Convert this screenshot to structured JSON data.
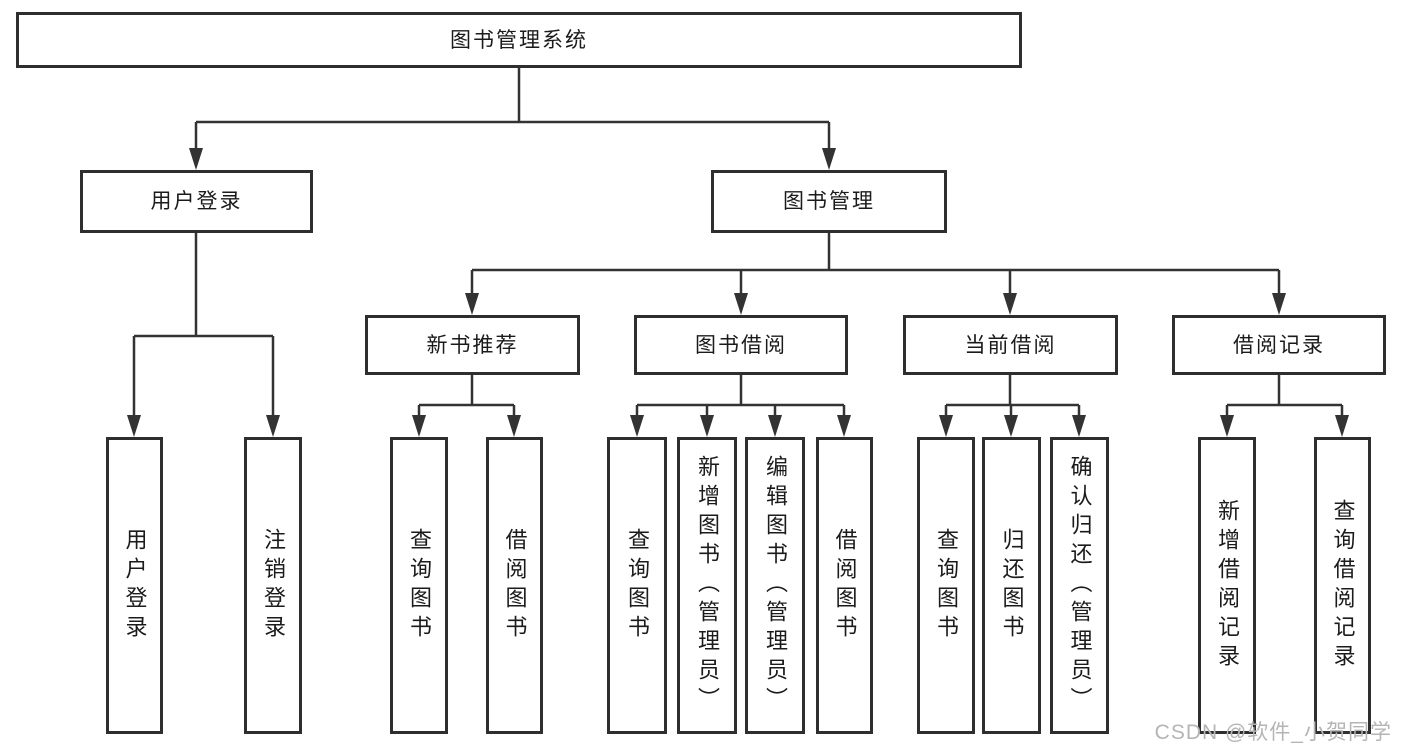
{
  "diagram": {
    "title": "图书管理系统",
    "root": {
      "label": "图书管理系统"
    },
    "level2": [
      {
        "label": "用户登录"
      },
      {
        "label": "图书管理"
      }
    ],
    "level3": [
      {
        "label": "新书推荐"
      },
      {
        "label": "图书借阅"
      },
      {
        "label": "当前借阅"
      },
      {
        "label": "借阅记录"
      }
    ],
    "leaves": [
      {
        "label": "用户登录"
      },
      {
        "label": "注销登录"
      },
      {
        "label": "查询图书"
      },
      {
        "label": "借阅图书"
      },
      {
        "label": "查询图书"
      },
      {
        "label": "新增图书（管理员）"
      },
      {
        "label": "编辑图书（管理员）"
      },
      {
        "label": "借阅图书"
      },
      {
        "label": "查询图书"
      },
      {
        "label": "归还图书"
      },
      {
        "label": "确认归还（管理员）"
      },
      {
        "label": "新增借阅记录"
      },
      {
        "label": "查询借阅记录"
      }
    ],
    "watermark": "CSDN @软件_小贺同学",
    "colors": {
      "line": "#333333",
      "box_border": "#2e2e2e",
      "text": "#1b1b1b",
      "watermark": "#b5b5b5",
      "background": "#ffffff"
    }
  }
}
